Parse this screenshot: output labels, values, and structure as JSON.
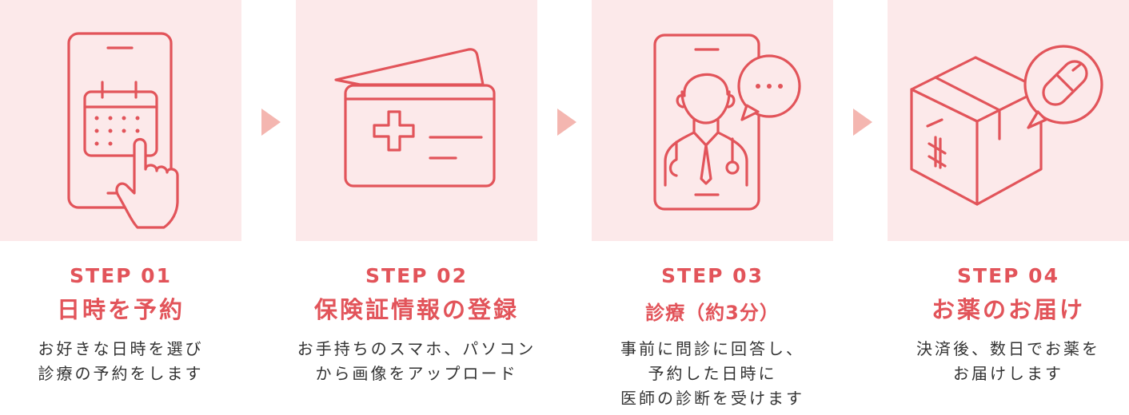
{
  "steps": [
    {
      "label": "STEP 01",
      "title": "日時を予約",
      "desc": [
        "お好きな日時を選び",
        "診療の予約をします"
      ],
      "icon": "calendar-phone-icon"
    },
    {
      "label": "STEP 02",
      "title": "保険証情報の登録",
      "desc": [
        "お手持ちのスマホ、パソコン",
        "から画像をアップロード"
      ],
      "icon": "insurance-card-icon"
    },
    {
      "label": "STEP 03",
      "title": "診療（約3分）",
      "desc": [
        "事前に問診に回答し、",
        "予約した日時に",
        "医師の診断を受けます"
      ],
      "icon": "doctor-video-call-icon"
    },
    {
      "label": "STEP 04",
      "title": "お薬のお届け",
      "desc": [
        "決済後、数日でお薬を",
        "お届けします"
      ],
      "icon": "medicine-delivery-icon"
    }
  ],
  "colors": {
    "accent": "#e2545a",
    "panel": "#fce9ea",
    "arrow": "#f4b6b0",
    "text": "#333333"
  }
}
